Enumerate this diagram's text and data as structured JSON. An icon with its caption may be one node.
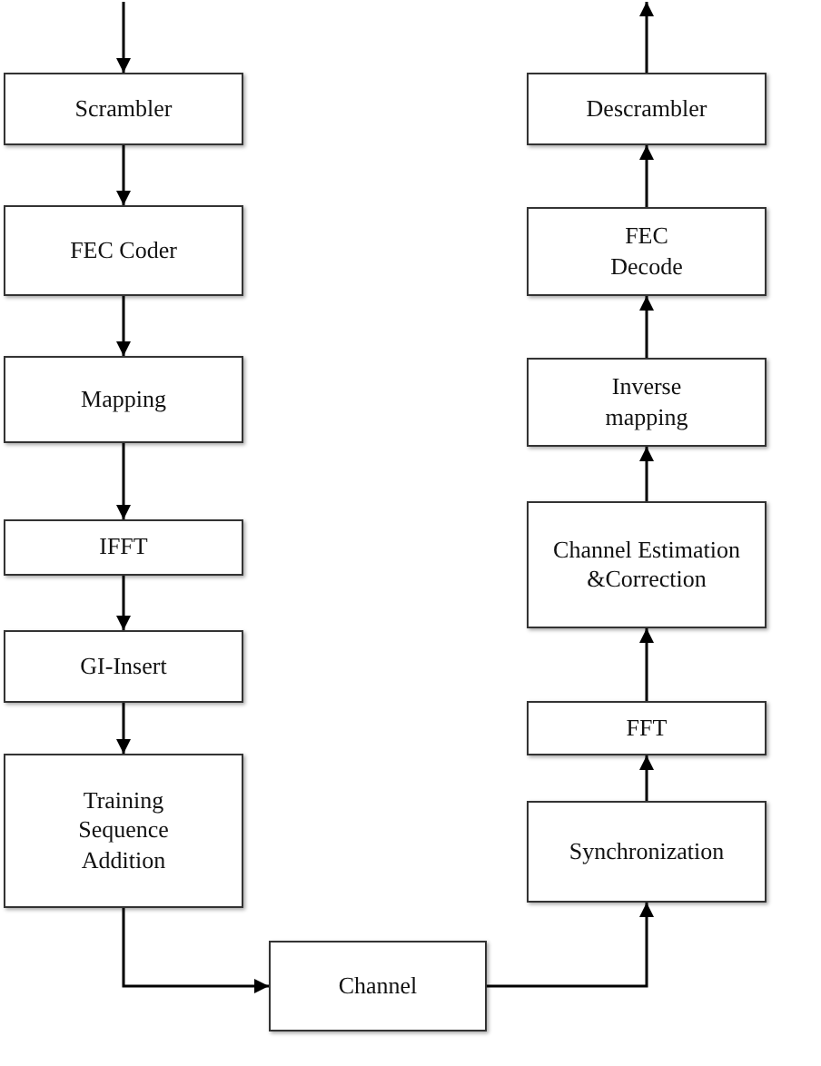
{
  "diagram": {
    "nodes": [
      {
        "text": [
          "Scrambler"
        ]
      },
      {
        "text": [
          "FEC Coder"
        ]
      },
      {
        "text": [
          "Mapping"
        ]
      },
      {
        "text": [
          "IFFT"
        ]
      },
      {
        "text": [
          "GI-Insert"
        ]
      },
      {
        "text": [
          "Training Sequence Addition"
        ]
      },
      {
        "text": [
          "Descrambler"
        ]
      },
      {
        "text": [
          "FEC Decode"
        ]
      },
      {
        "text": [
          "Inverse mapping"
        ]
      },
      {
        "text": [
          "Channel Estimation &Correction"
        ]
      },
      {
        "text": [
          "FFT"
        ]
      },
      {
        "text": [
          "Synchronization"
        ]
      },
      {
        "text": [
          "Channel"
        ]
      }
    ],
    "edges": [
      {
        "from": null,
        "to": 0,
        "arrow": "to"
      },
      {
        "from": 0,
        "to": 1,
        "arrow": "to"
      },
      {
        "from": 1,
        "to": 2,
        "arrow": "to"
      },
      {
        "from": 2,
        "to": 3,
        "arrow": "to"
      },
      {
        "from": 3,
        "to": 4,
        "arrow": "to"
      },
      {
        "from": 4,
        "to": 5,
        "arrow": "to"
      },
      {
        "from": 5,
        "to": 12,
        "arrow": "to"
      },
      {
        "from": 12,
        "to": 11,
        "arrow": "to"
      },
      {
        "from": 11,
        "to": 10,
        "arrow": "to"
      },
      {
        "from": 10,
        "to": 9,
        "arrow": "to"
      },
      {
        "from": 9,
        "to": 8,
        "arrow": "to"
      },
      {
        "from": 8,
        "to": 7,
        "arrow": "to"
      },
      {
        "from": 7,
        "to": 6,
        "arrow": "to"
      },
      {
        "from": 6,
        "to": null,
        "arrow": "to"
      }
    ]
  }
}
